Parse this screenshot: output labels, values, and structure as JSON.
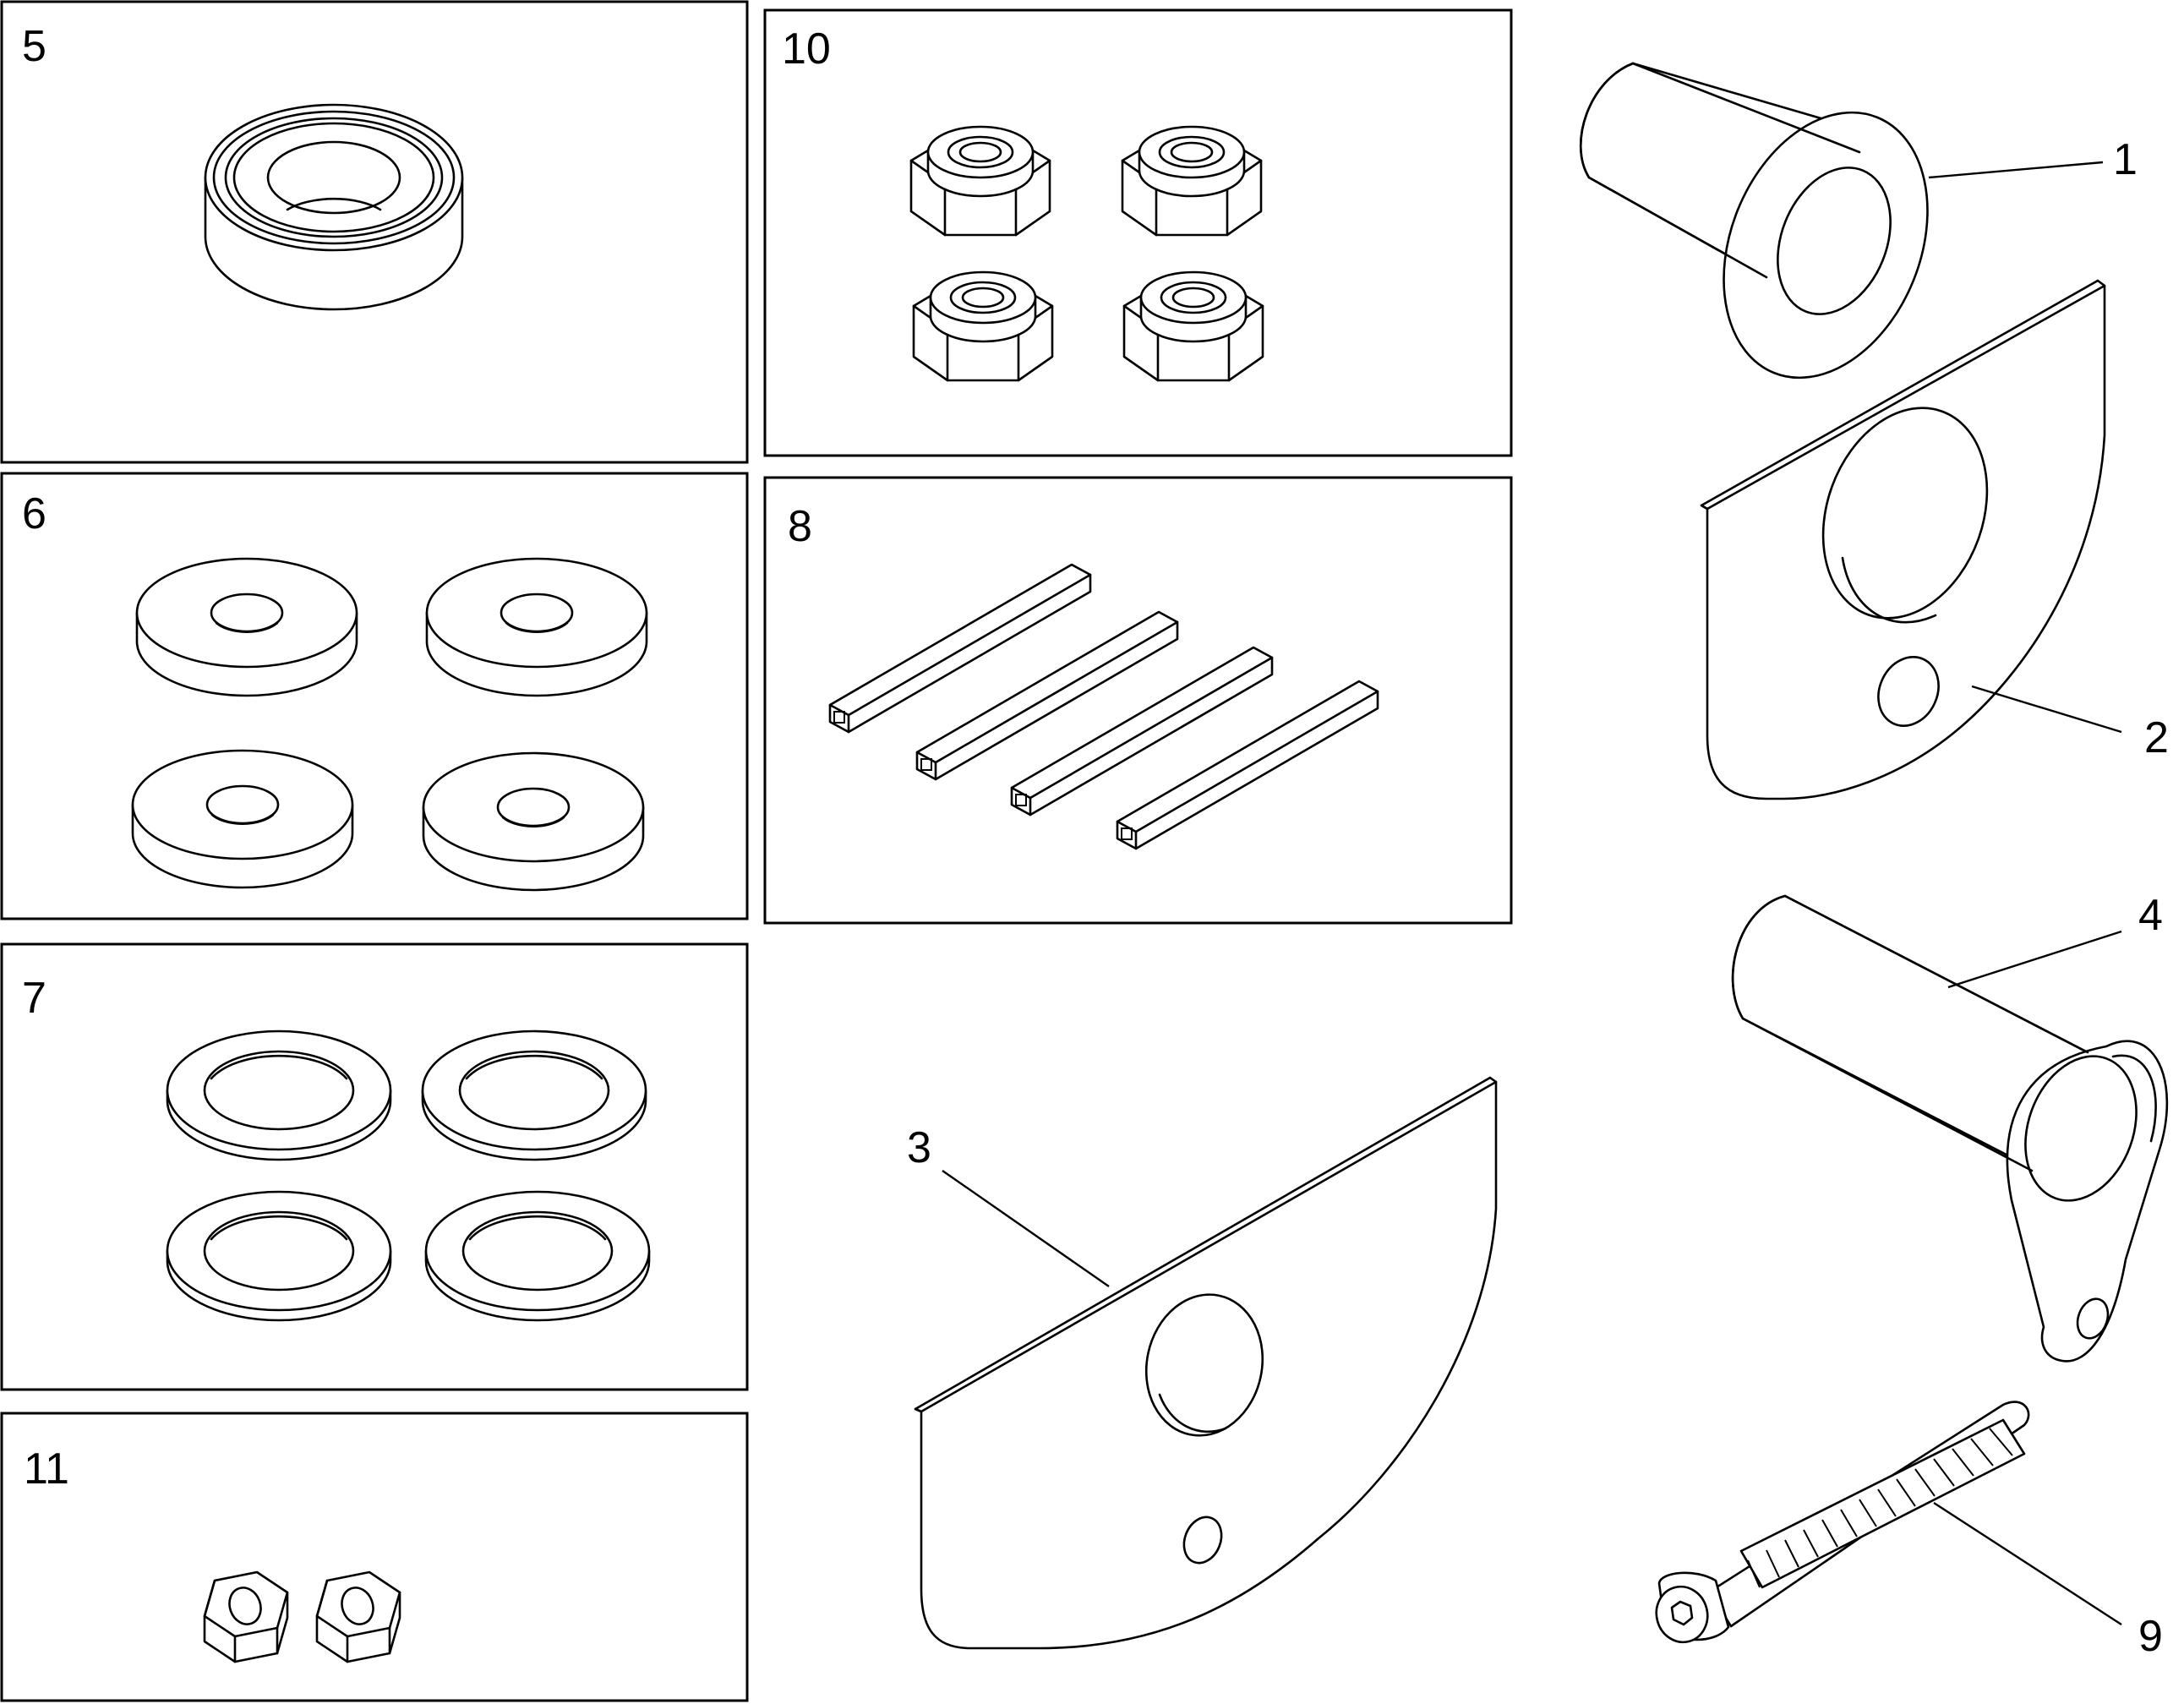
{
  "callouts": {
    "c1": "1",
    "c2": "2",
    "c3": "3",
    "c4": "4",
    "c5": "5",
    "c6": "6",
    "c7": "7",
    "c8": "8",
    "c9": "9",
    "c10": "10",
    "c11": "11"
  },
  "parts": [
    {
      "number": "1",
      "icon": "flanged-bushing-icon"
    },
    {
      "number": "2",
      "icon": "mounting-plate-icon"
    },
    {
      "number": "3",
      "icon": "mounting-plate-large-icon"
    },
    {
      "number": "4",
      "icon": "pivot-arm-pin-icon"
    },
    {
      "number": "5",
      "icon": "ball-bearing-icon"
    },
    {
      "number": "6",
      "icon": "spacer-washer-icon"
    },
    {
      "number": "7",
      "icon": "flat-washer-icon"
    },
    {
      "number": "8",
      "icon": "square-key-icon"
    },
    {
      "number": "9",
      "icon": "button-head-bolt-icon"
    },
    {
      "number": "10",
      "icon": "nylock-nut-icon"
    },
    {
      "number": "11",
      "icon": "hex-nut-icon"
    }
  ]
}
